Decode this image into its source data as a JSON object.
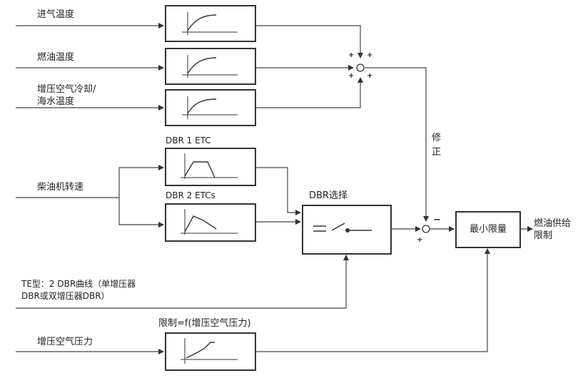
{
  "inputs": {
    "intake_temp": "进气温度",
    "fuel_temp": "燃油温度",
    "cooling_temp_line1": "增压空气冷却/",
    "cooling_temp_line2": "海水温度",
    "engine_speed": "柴油机转速",
    "boost_pressure": "增压空气压力"
  },
  "labels": {
    "dbr1": "DBR 1 ETC",
    "dbr2": "DBR 2 ETCs",
    "dbr_select": "DBR选择",
    "correction_1": "修",
    "correction_2": "正",
    "te_type_line1": "TE型：2 DBR曲线（单增压器",
    "te_type_line2": "DBR或双增压器DBR）",
    "limit_func": "限制=f(增压空气压力)",
    "min_limit": "最小限量",
    "output_line1": "燃油供给",
    "output_line2": "限制"
  },
  "signs": {
    "top_left": "+",
    "top_right": "+",
    "bottom_left": "+",
    "bottom_right": "+",
    "minus": "−",
    "plus": "+"
  }
}
